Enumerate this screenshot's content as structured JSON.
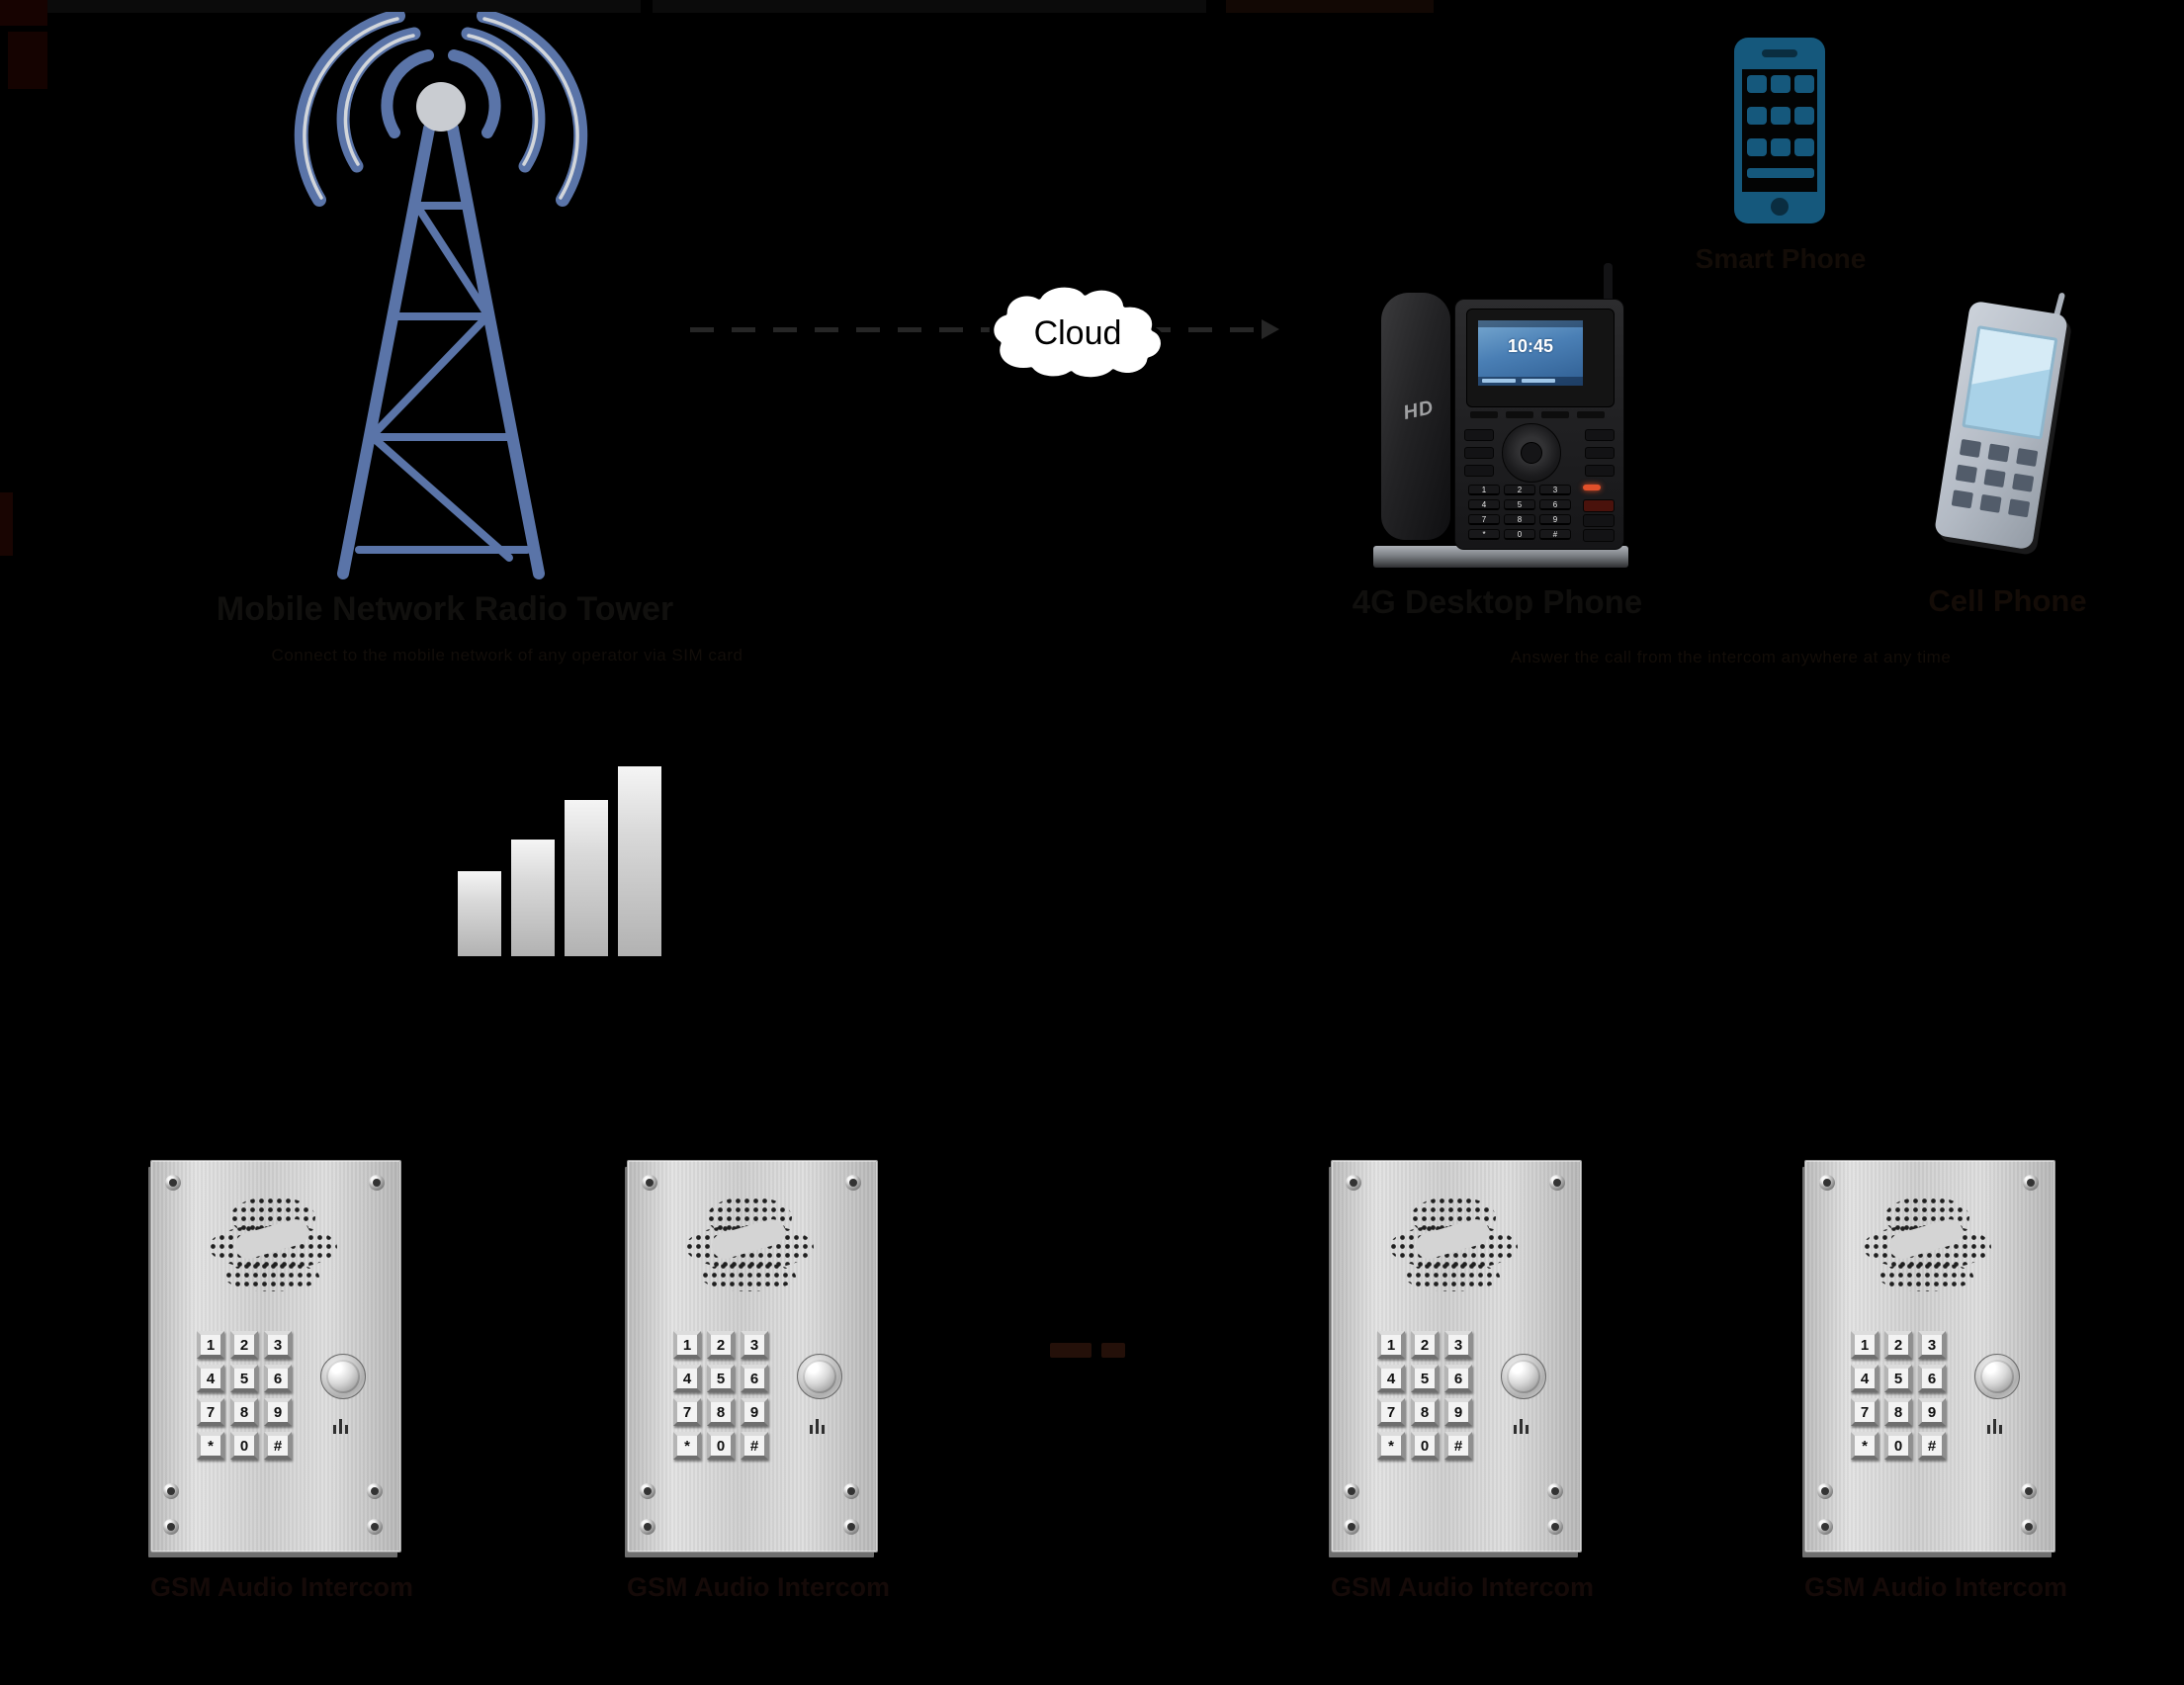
{
  "icons": [
    "radio-tower-icon",
    "signal-bars-icon",
    "cloud-shape",
    "desk-phone-image",
    "smartphone-icon",
    "cell-phone-icon",
    "intercom-panel-image",
    "speaker-grille-icon",
    "call-button-icon",
    "mic-icon"
  ],
  "colors": {
    "background": "#000000",
    "tower_blue": "#5a74a8",
    "tower_gray": "#c9ccd1",
    "smartphone_teal": "#15587c",
    "cloud_fill": "#ffffff",
    "cloud_outline": "#000000",
    "panel_steel": "#d4d4d4",
    "signal_bar_gray": "#d9d9d9",
    "connector_dark": "#262626",
    "led_red": "#e2502a"
  },
  "tower": {
    "label": "Mobile Network Radio Tower",
    "sublabel": "Connect to the mobile network of any operator via SIM card"
  },
  "cloud": {
    "label": "Cloud"
  },
  "signal": {
    "bars": 4
  },
  "desk_phone": {
    "brand_logo": "HD",
    "screen_time": "10:45",
    "label": "4G Desktop Phone"
  },
  "smartphone": {
    "label": "Smart Phone"
  },
  "cell_phone": {
    "label": "Cell Phone"
  },
  "right_section": {
    "sublabel": "Answer the call from the intercom anywhere at any time"
  },
  "keypad_keys": [
    "1",
    "2",
    "3",
    "4",
    "5",
    "6",
    "7",
    "8",
    "9",
    "*",
    "0",
    "#"
  ],
  "intercoms": [
    {
      "label": "GSM Audio Intercom"
    },
    {
      "label": "GSM Audio Intercom"
    },
    {
      "label": "GSM Audio Intercom"
    },
    {
      "label": "GSM Audio Intercom"
    }
  ]
}
